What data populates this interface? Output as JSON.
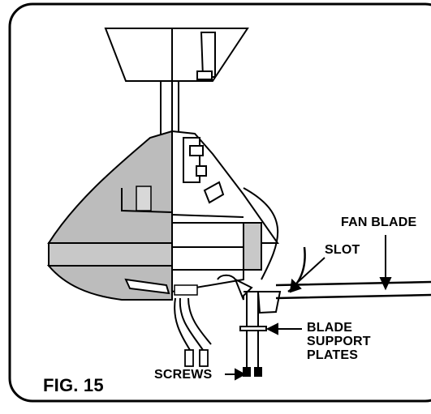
{
  "figure": {
    "caption": "FIG. 15",
    "labels": {
      "fan_blade": "FAN BLADE",
      "slot": "SLOT",
      "blade_support_plates_line1": "BLADE",
      "blade_support_plates_line2": "SUPPORT",
      "blade_support_plates_line3": "PLATES",
      "screws": "SCREWS"
    }
  }
}
